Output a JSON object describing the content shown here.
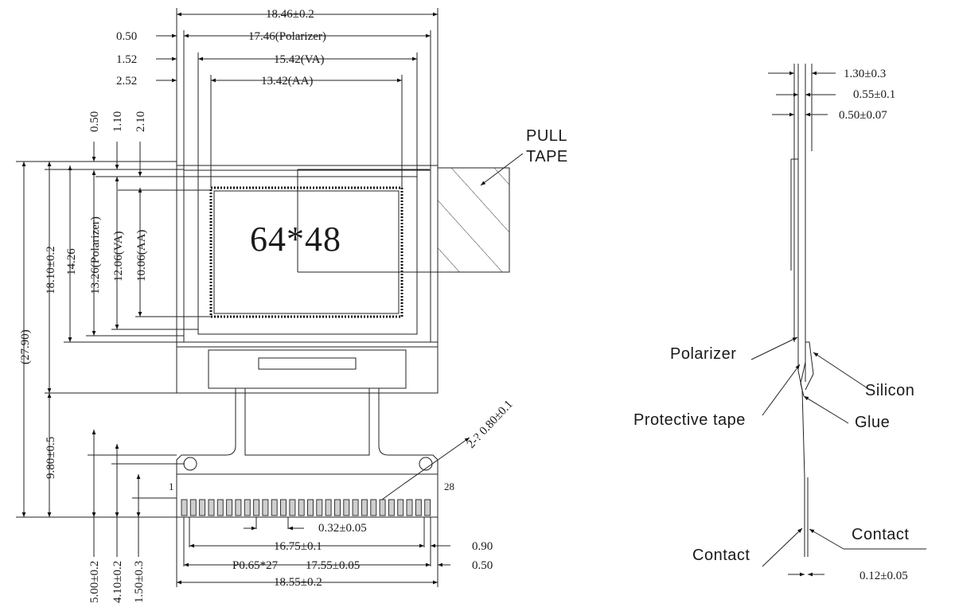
{
  "display": {
    "resolution": "64*48",
    "pull_tape": [
      "PULL",
      "TAPE"
    ]
  },
  "top_dims": {
    "outline": "18.46±0.2",
    "polarizer_offset": "0.50",
    "polarizer": "17.46(Polarizer)",
    "va_offset": "1.52",
    "va": "15.42(VA)",
    "aa_offset": "2.52",
    "aa": "13.42(AA)"
  },
  "left_top_offsets": [
    "0.50",
    "1.10",
    "2.10"
  ],
  "left_dims": {
    "total": "(27.90)",
    "outline": "18.10±0.2",
    "glass": "14.26",
    "polarizer": "13.26(Polarizer)",
    "va": "12.06(VA)",
    "aa": "10.06(AA)",
    "fpc": "9.80±0.5"
  },
  "bottom_left_dims": [
    "5.00±0.2",
    "4.10±0.2",
    "1.50±0.3"
  ],
  "hole": "2-? 0.80±0.1",
  "pins": {
    "first": "1",
    "last": "28"
  },
  "bottom_dims": {
    "pad_width": "0.32±0.05",
    "pad_span": "16.75±0.1",
    "pad_edge": "0.90",
    "pitch": "P0.65*27",
    "pitch_span": "17.55±0.05",
    "fpc_edge": "0.50",
    "fpc_width": "18.55±0.2"
  },
  "side_view": {
    "total_thickness": "1.30±0.3",
    "glass_thickness": "0.55±0.1",
    "polarizer_thickness": "0.50±0.07",
    "contact_thickness": "0.12±0.05",
    "callouts": {
      "polarizer": "Polarizer",
      "silicon": "Silicon",
      "protective_tape": "Protective tape",
      "glue": "Glue",
      "contact_left": "Contact",
      "contact_right": "Contact"
    }
  }
}
